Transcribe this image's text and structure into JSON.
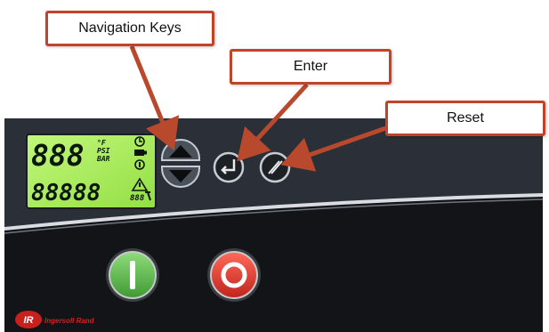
{
  "callouts": {
    "navigation": "Navigation Keys",
    "enter": "Enter",
    "reset": "Reset"
  },
  "display": {
    "top_digits": "888",
    "top_units": [
      "°F",
      "PSI",
      "BAR"
    ],
    "bottom_digits": "88888",
    "bottom_small_digits": "888"
  },
  "brand": {
    "logo_mark": "IR",
    "name": "Ingersoll Rand"
  },
  "colors": {
    "panel": "#2a2f37",
    "lcd": "#a9ec5b",
    "start_button": "#5fbf4f",
    "stop_button": "#e23a2f",
    "callout_border": "#c1432a",
    "arrow": "#b9492d"
  },
  "icons": {
    "up": "triangle-up-icon",
    "down": "triangle-down-icon",
    "enter": "return-arrow-icon",
    "reset": "slash-icon",
    "start": "power-on-icon",
    "stop": "power-off-icon"
  }
}
